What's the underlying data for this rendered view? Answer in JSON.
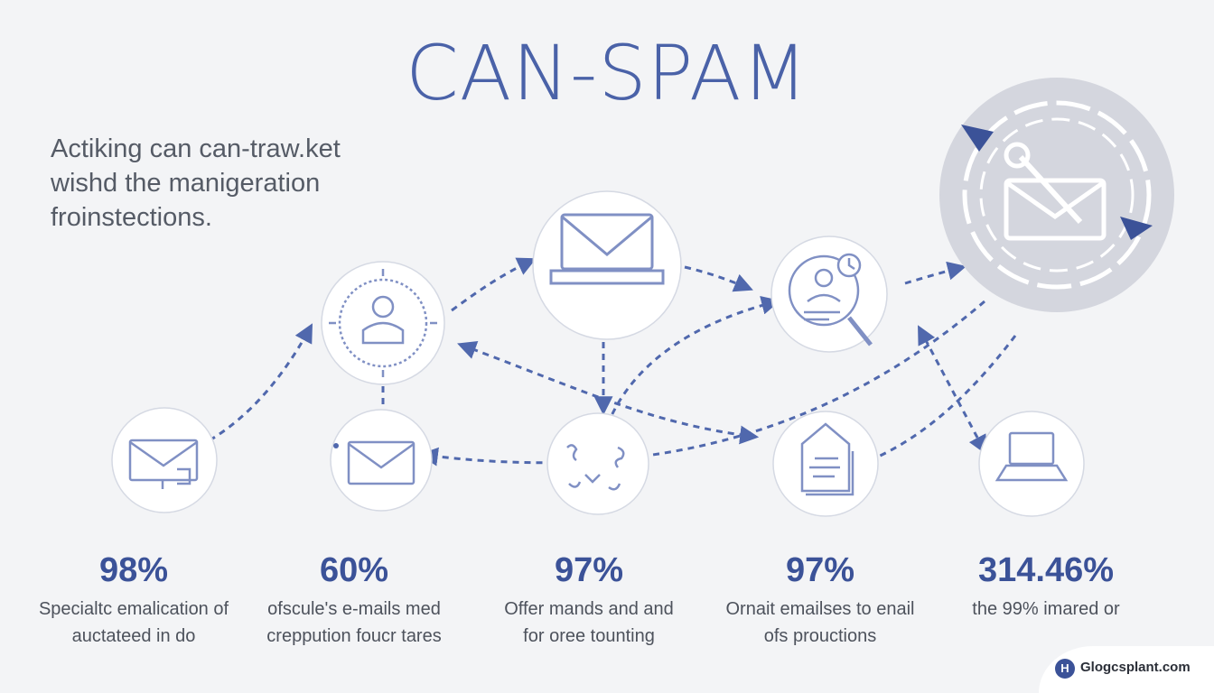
{
  "title": "CAN-SPAM",
  "intro": [
    "Actiking can can-traw.ket",
    "wishd the manigeration",
    "froinstections."
  ],
  "stats": [
    {
      "value": "98%",
      "desc": [
        "Specialtc emalication of",
        "auctateed in do"
      ]
    },
    {
      "value": "60%",
      "desc": [
        "ofscule's e-mails med",
        "creppution foucr tares"
      ]
    },
    {
      "value": "97%",
      "desc": [
        "Offer mands and and",
        "for oree tounting"
      ]
    },
    {
      "value": "97%",
      "desc": [
        "Ornait emailses to enail",
        "ofs prouctions"
      ]
    },
    {
      "value": "314.46%",
      "desc": [
        "the 99% imared or"
      ]
    }
  ],
  "brand": {
    "logo_letter": "H",
    "name": "Glogcsplant.com"
  },
  "icons": {
    "top": [
      "envelope-icon",
      "user-icon",
      "user-search-clock-icon",
      "cycle-envelope-icon"
    ],
    "bottom": [
      "envelope-icon",
      "envelope-icon",
      "scribble-icon",
      "document-icon",
      "laptop-icon"
    ]
  },
  "colors": {
    "accent": "#3b5298",
    "title": "#4a62a8",
    "arrow": "#5068ad",
    "icon_stroke": "#8090c4",
    "background": "#f3f4f6"
  }
}
